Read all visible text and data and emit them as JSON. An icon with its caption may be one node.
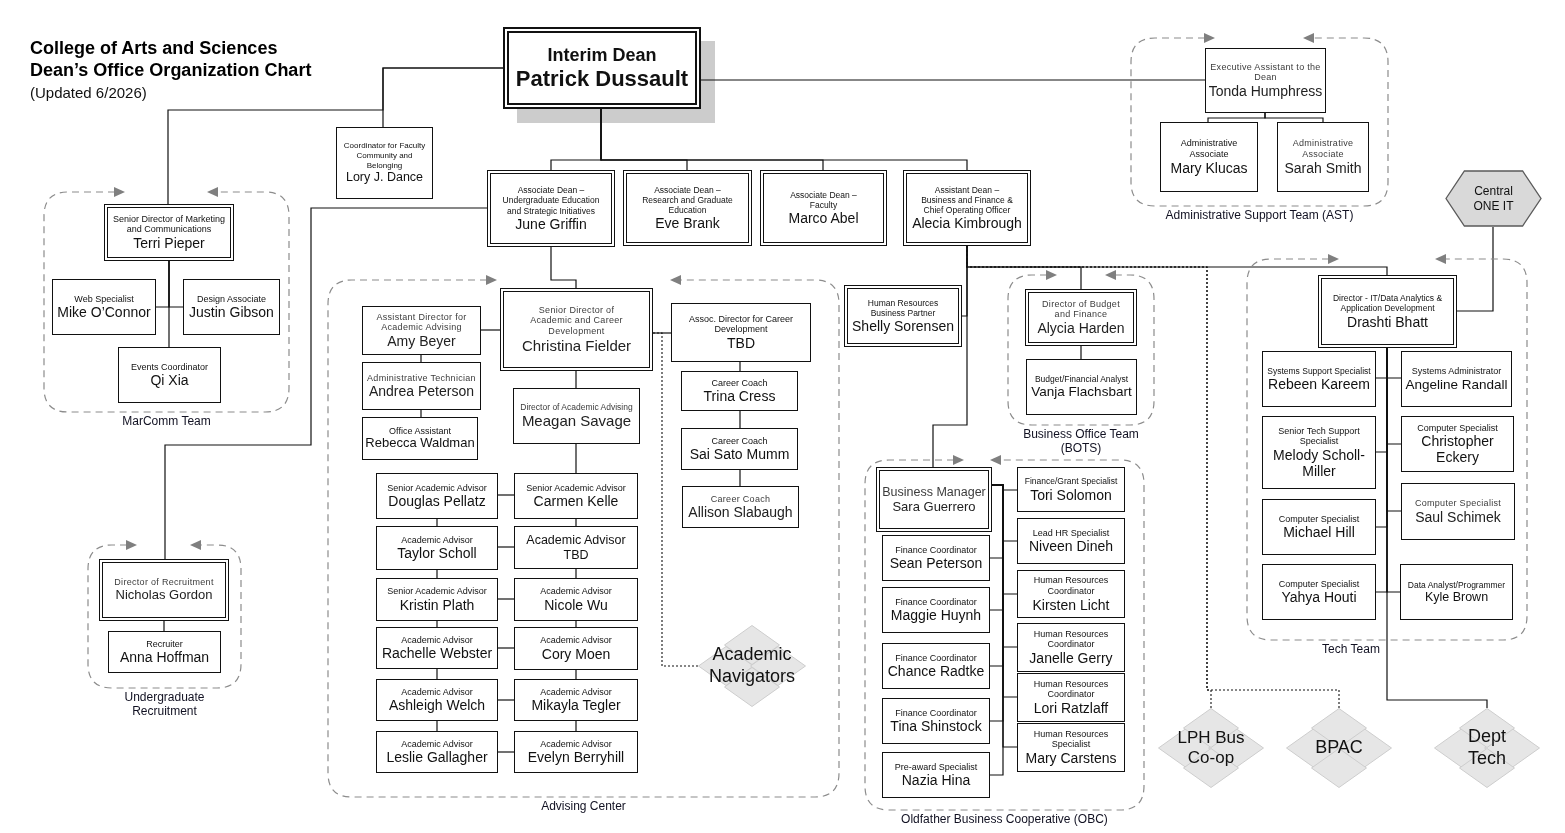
{
  "diagram": {
    "title": "College of Arts and Sciences Dean’s Office Organization Chart",
    "nodes": [
      {
        "text": [
          "Interim Dean",
          "Patrick Dussault"
        ]
      },
      {
        "text": [
          "Coordinator for Faculty Community and Belonging",
          "Lory J. Dance"
        ]
      },
      {
        "text": [
          "MarComm Team"
        ]
      },
      {
        "text": [
          "Senior Director of Marketing and Communications",
          "Terri Pieper"
        ],
        "in": 2
      },
      {
        "text": [
          "Web Specialist",
          "Mike O’Connor"
        ],
        "in": 2
      },
      {
        "text": [
          "Design Associate",
          "Justin Gibson"
        ],
        "in": 2
      },
      {
        "text": [
          "Events Coordinator",
          "Qi Xia"
        ],
        "in": 2
      },
      {
        "text": [
          "Associate Dean – Undergraduate Education and Strategic Initiatives",
          "June Griffin"
        ]
      },
      {
        "text": [
          "Associate Dean – Research and Graduate Education",
          "Eve Brank"
        ]
      },
      {
        "text": [
          "Associate Dean – Faculty",
          "Marco Abel"
        ]
      },
      {
        "text": [
          "Assistant Dean – Business and Finance & Chief Operating Officer",
          "Alecia Kimbrough"
        ]
      },
      {
        "text": [
          "Administrative Support Team (AST)"
        ]
      },
      {
        "text": [
          "Executive Assistant to the Dean",
          "Tonda Humphress"
        ],
        "in": 11
      },
      {
        "text": [
          "Administrative Associate",
          "Mary Klucas"
        ],
        "in": 11
      },
      {
        "text": [
          "Administrative Associate",
          "Sarah Smith"
        ],
        "in": 11
      },
      {
        "text": [
          "Central ONE IT"
        ]
      },
      {
        "text": [
          "Undergraduate Recruitment"
        ]
      },
      {
        "text": [
          "Director of Recruitment",
          "Nicholas Gordon"
        ],
        "in": 16
      },
      {
        "text": [
          "Recruiter",
          "Anna Hoffman"
        ],
        "in": 16
      },
      {
        "text": [
          "Advising Center"
        ]
      },
      {
        "text": [
          "Senior Director of Academic and Career Development",
          "Christina Fielder"
        ],
        "in": 19
      },
      {
        "text": [
          "Assistant Director for Academic Advising",
          "Amy Beyer"
        ],
        "in": 19
      },
      {
        "text": [
          "Administrative Technician",
          "Andrea Peterson"
        ],
        "in": 19
      },
      {
        "text": [
          "Office Assistant",
          "Rebecca Waldman"
        ],
        "in": 19
      },
      {
        "text": [
          "Director of Academic Advising",
          "Meagan Savage"
        ],
        "in": 19
      },
      {
        "text": [
          "Assoc. Director for Career Development",
          "TBD"
        ],
        "in": 19
      },
      {
        "text": [
          "Career Coach",
          "Trina Cress"
        ],
        "in": 19
      },
      {
        "text": [
          "Career Coach",
          "Sai Sato Mumm"
        ],
        "in": 19
      },
      {
        "text": [
          "Career Coach",
          "Allison Slabaugh"
        ],
        "in": 19
      },
      {
        "text": [
          "Senior Academic Advisor",
          "Douglas Pellatz"
        ],
        "in": 19
      },
      {
        "text": [
          "Senior Academic Advisor",
          "Carmen Kelle"
        ],
        "in": 19
      },
      {
        "text": [
          "Academic Advisor",
          "Taylor Scholl"
        ],
        "in": 19
      },
      {
        "text": [
          "Academic Advisor",
          "TBD"
        ],
        "in": 19
      },
      {
        "text": [
          "Senior Academic Advisor",
          "Kristin Plath"
        ],
        "in": 19
      },
      {
        "text": [
          "Academic Advisor",
          "Nicole Wu"
        ],
        "in": 19
      },
      {
        "text": [
          "Academic Advisor",
          "Rachelle Webster"
        ],
        "in": 19
      },
      {
        "text": [
          "Academic Advisor",
          "Cory Moen"
        ],
        "in": 19
      },
      {
        "text": [
          "Academic Advisor",
          "Ashleigh Welch"
        ],
        "in": 19
      },
      {
        "text": [
          "Academic Advisor",
          "Mikayla Tegler"
        ],
        "in": 19
      },
      {
        "text": [
          "Academic Advisor",
          "Leslie Gallagher"
        ],
        "in": 19
      },
      {
        "text": [
          "Academic Advisor",
          "Evelyn Berryhill"
        ],
        "in": 19
      },
      {
        "text": [
          "Academic Navigators"
        ],
        "in": 19
      },
      {
        "text": [
          "Human Resources Business Partner",
          "Shelly Sorensen"
        ]
      },
      {
        "text": [
          "Business Office Team (BOTS)"
        ]
      },
      {
        "text": [
          "Director of Budget and Finance",
          "Alycia Harden"
        ],
        "in": 43
      },
      {
        "text": [
          "Budget/Financial Analyst",
          "Vanja Flachsbart"
        ],
        "in": 43
      },
      {
        "text": [
          "Tech Team"
        ]
      },
      {
        "text": [
          "Director - IT/Data Analytics & Application Development",
          "Drashti Bhatt"
        ],
        "in": 46
      },
      {
        "text": [
          "Systems Support Specialist",
          "Rebeen Kareem"
        ],
        "in": 46
      },
      {
        "text": [
          "Systems Administrator",
          "Angeline Randall"
        ],
        "in": 46
      },
      {
        "text": [
          "Senior Tech Support Specialist",
          "Melody Scholl-Miller"
        ],
        "in": 46
      },
      {
        "text": [
          "Computer Specialist",
          "Christopher Eckery"
        ],
        "in": 46
      },
      {
        "text": [
          "Computer Specialist",
          "Saul Schimek"
        ],
        "in": 46
      },
      {
        "text": [
          "Computer Specialist",
          "Michael Hill"
        ],
        "in": 46
      },
      {
        "text": [
          "Computer Specialist",
          "Yahya Houti"
        ],
        "in": 46
      },
      {
        "text": [
          "Data Analyst/Programmer",
          "Kyle Brown"
        ],
        "in": 46
      },
      {
        "text": [
          "Oldfather Business Cooperative (OBC)"
        ]
      },
      {
        "text": [
          "Business Manager",
          "Sara Guerrero"
        ],
        "in": 56
      },
      {
        "text": [
          "Finance/Grant Specialist",
          "Tori Solomon"
        ],
        "in": 56
      },
      {
        "text": [
          "Lead HR Specialist",
          "Niveen Dineh"
        ],
        "in": 56
      },
      {
        "text": [
          "Human Resources Coordinator",
          "Kirsten Licht"
        ],
        "in": 56
      },
      {
        "text": [
          "Human Resources Coordinator",
          "Janelle Gerry"
        ],
        "in": 56
      },
      {
        "text": [
          "Human Resources Coordinator",
          "Lori Ratzlaff"
        ],
        "in": 56
      },
      {
        "text": [
          "Human Resources Specialist",
          "Mary Carstens"
        ],
        "in": 56
      },
      {
        "text": [
          "Finance Coordinator",
          "Sean Peterson"
        ],
        "in": 56
      },
      {
        "text": [
          "Finance Coordinator",
          "Maggie Huynh"
        ],
        "in": 56
      },
      {
        "text": [
          "Finance Coordinator",
          "Chance Radtke"
        ],
        "in": 56
      },
      {
        "text": [
          "Finance Coordinator",
          "Tina Shinstock"
        ],
        "in": 56
      },
      {
        "text": [
          "Pre-award Specialist",
          "Nazia Hina"
        ],
        "in": 56
      },
      {
        "text": [
          "LPH Bus Co-op"
        ]
      },
      {
        "text": [
          "BPAC"
        ]
      },
      {
        "text": [
          "Dept Tech"
        ]
      }
    ],
    "edges": [
      {
        "from": 0,
        "to": 1,
        "arrow": "none"
      },
      {
        "from": 0,
        "to": 3,
        "arrow": "none"
      },
      {
        "from": 0,
        "to": 12,
        "arrow": "none"
      },
      {
        "from": 0,
        "to": 7,
        "arrow": "none"
      },
      {
        "from": 0,
        "to": 8,
        "arrow": "none"
      },
      {
        "from": 0,
        "to": 9,
        "arrow": "none"
      },
      {
        "from": 0,
        "to": 10,
        "arrow": "none"
      },
      {
        "from": 3,
        "to": 4,
        "arrow": "none"
      },
      {
        "from": 3,
        "to": 5,
        "arrow": "none"
      },
      {
        "from": 3,
        "to": 6,
        "arrow": "none"
      },
      {
        "from": 12,
        "to": 13,
        "arrow": "none"
      },
      {
        "from": 12,
        "to": 14,
        "arrow": "none"
      },
      {
        "from": 7,
        "to": 17,
        "arrow": "none"
      },
      {
        "from": 7,
        "to": 20,
        "arrow": "none"
      },
      {
        "from": 17,
        "to": 18,
        "arrow": "none"
      },
      {
        "from": 20,
        "to": 21,
        "arrow": "none"
      },
      {
        "from": 21,
        "to": 22,
        "arrow": "none"
      },
      {
        "from": 22,
        "to": 23,
        "arrow": "none"
      },
      {
        "from": 20,
        "to": 24,
        "arrow": "none"
      },
      {
        "from": 20,
        "to": 25,
        "arrow": "none"
      },
      {
        "from": 20,
        "to": 41,
        "arrow": "none",
        "style": "dashed"
      },
      {
        "from": 25,
        "to": 26,
        "arrow": "none"
      },
      {
        "from": 26,
        "to": 27,
        "arrow": "none"
      },
      {
        "from": 27,
        "to": 28,
        "arrow": "none"
      },
      {
        "from": 24,
        "to": 30,
        "arrow": "none"
      },
      {
        "from": 30,
        "to": 29,
        "arrow": "none"
      },
      {
        "from": 29,
        "to": 31,
        "arrow": "none"
      },
      {
        "from": 30,
        "to": 32,
        "arrow": "none"
      },
      {
        "from": 32,
        "to": 31,
        "arrow": "none"
      },
      {
        "from": 31,
        "to": 33,
        "arrow": "none"
      },
      {
        "from": 32,
        "to": 34,
        "arrow": "none"
      },
      {
        "from": 34,
        "to": 33,
        "arrow": "none"
      },
      {
        "from": 33,
        "to": 35,
        "arrow": "none"
      },
      {
        "from": 34,
        "to": 36,
        "arrow": "none"
      },
      {
        "from": 36,
        "to": 35,
        "arrow": "none"
      },
      {
        "from": 35,
        "to": 37,
        "arrow": "none"
      },
      {
        "from": 36,
        "to": 38,
        "arrow": "none"
      },
      {
        "from": 38,
        "to": 37,
        "arrow": "none"
      },
      {
        "from": 37,
        "to": 39,
        "arrow": "none"
      },
      {
        "from": 38,
        "to": 40,
        "arrow": "none"
      },
      {
        "from": 40,
        "to": 39,
        "arrow": "none"
      },
      {
        "from": 10,
        "to": 42,
        "arrow": "none"
      },
      {
        "from": 10,
        "to": 57,
        "arrow": "none"
      },
      {
        "from": 10,
        "to": 44,
        "arrow": "none"
      },
      {
        "from": 10,
        "to": 47,
        "arrow": "none"
      },
      {
        "from": 10,
        "to": 69,
        "arrow": "none",
        "style": "dashed"
      },
      {
        "from": 10,
        "to": 70,
        "arrow": "none",
        "style": "dashed"
      },
      {
        "from": 15,
        "to": 47,
        "arrow": "none"
      },
      {
        "from": 44,
        "to": 45,
        "arrow": "none"
      },
      {
        "from": 47,
        "to": 48,
        "arrow": "none"
      },
      {
        "from": 47,
        "to": 49,
        "arrow": "none"
      },
      {
        "from": 47,
        "to": 50,
        "arrow": "none"
      },
      {
        "from": 47,
        "to": 51,
        "arrow": "none"
      },
      {
        "from": 47,
        "to": 52,
        "arrow": "none"
      },
      {
        "from": 47,
        "to": 53,
        "arrow": "none"
      },
      {
        "from": 47,
        "to": 54,
        "arrow": "none"
      },
      {
        "from": 47,
        "to": 55,
        "arrow": "none"
      },
      {
        "from": 47,
        "to": 71,
        "arrow": "none"
      },
      {
        "from": 57,
        "to": 58,
        "arrow": "none"
      },
      {
        "from": 57,
        "to": 59,
        "arrow": "none"
      },
      {
        "from": 57,
        "to": 60,
        "arrow": "none"
      },
      {
        "from": 57,
        "to": 61,
        "arrow": "none"
      },
      {
        "from": 57,
        "to": 62,
        "arrow": "none"
      },
      {
        "from": 57,
        "to": 63,
        "arrow": "none"
      },
      {
        "from": 57,
        "to": 64,
        "arrow": "none"
      },
      {
        "from": 57,
        "to": 65,
        "arrow": "none"
      },
      {
        "from": 57,
        "to": 66,
        "arrow": "none"
      },
      {
        "from": 57,
        "to": 67,
        "arrow": "none"
      },
      {
        "from": 57,
        "to": 68,
        "arrow": "none"
      }
    ],
    "labels": [
      "(Updated 6/2026)"
    ]
  }
}
